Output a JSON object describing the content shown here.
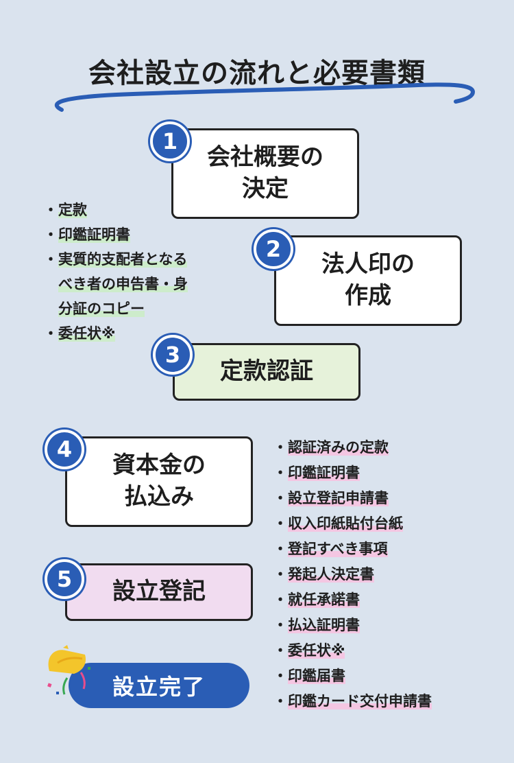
{
  "title": "会社設立の流れと必要書類",
  "steps": [
    {
      "number": "1",
      "lines": [
        "会社概要の",
        "決定"
      ]
    },
    {
      "number": "2",
      "lines": [
        "法人印の",
        "作成"
      ]
    },
    {
      "number": "3",
      "lines": [
        "定款認証"
      ]
    },
    {
      "number": "4",
      "lines": [
        "資本金の",
        "払込み"
      ]
    },
    {
      "number": "5",
      "lines": [
        "設立登記"
      ]
    }
  ],
  "bullet": "・",
  "docs_step3": [
    {
      "lines": [
        "定款"
      ]
    },
    {
      "lines": [
        "印鑑証明書"
      ]
    },
    {
      "lines": [
        "実質的支配者となる",
        "べき者の申告書・身",
        "分証のコピー"
      ]
    },
    {
      "lines": [
        "委任状※"
      ]
    }
  ],
  "docs_step5": [
    "認証済みの定款",
    "印鑑証明書",
    "設立登記申請書",
    "収入印紙貼付台紙",
    "登記すべき事項",
    "発起人決定書",
    "就任承諾書",
    "払込証明書",
    "委任状※",
    "印鑑届書",
    "印鑑カード交付申請書"
  ],
  "completion": "設立完了",
  "colors": {
    "background": "#dae3ee",
    "badge": "#2a5db5",
    "step3_fill": "#e6f2da",
    "step5_fill": "#f1dcf0",
    "highlight_green": "#cdeccb",
    "highlight_pink": "#f4c6e2"
  },
  "icons": {
    "decoration": "party-popper-icon",
    "underline": "swoosh-underline"
  }
}
